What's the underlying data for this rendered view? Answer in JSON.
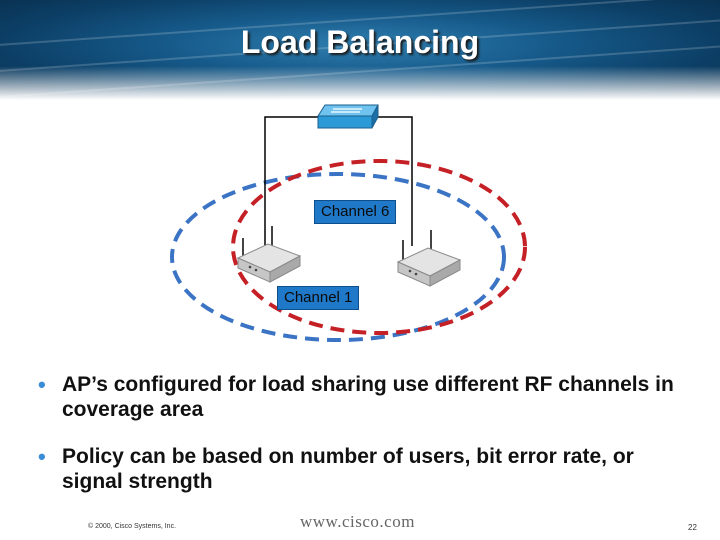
{
  "slide": {
    "title": "Load Balancing",
    "bullets": [
      "AP’s configured for load sharing use different RF channels in coverage area",
      "Policy can be based on number of users, bit error rate, or signal strength"
    ],
    "footer_copyright": "© 2000, Cisco Systems, Inc.",
    "footer_url": "www.cisco.com",
    "page_number": "22"
  },
  "diagram": {
    "label_top": "Channel 6",
    "label_bottom": "Channel 1",
    "colors": {
      "left_cell": "#3b74c4",
      "right_cell": "#c42026",
      "switch": "#2c9ad6",
      "label_bg": "#1f78c8"
    },
    "icons": [
      "switch-icon",
      "access-point-icon",
      "access-point-icon"
    ]
  }
}
